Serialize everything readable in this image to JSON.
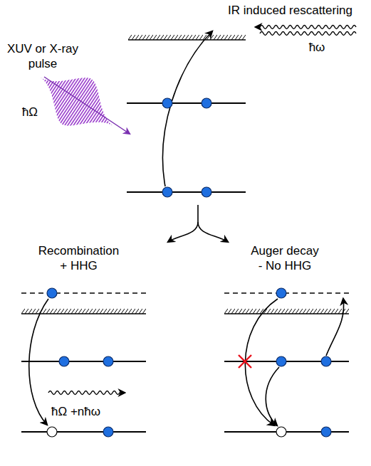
{
  "diagram": {
    "labels": [
      "IR induced rescattering",
      "ħω",
      "XUV or X-ray pulse",
      "ħΩ",
      "Recombination + HHG",
      "Auger decay - No HHG",
      "ħΩ +nħω"
    ]
  }
}
